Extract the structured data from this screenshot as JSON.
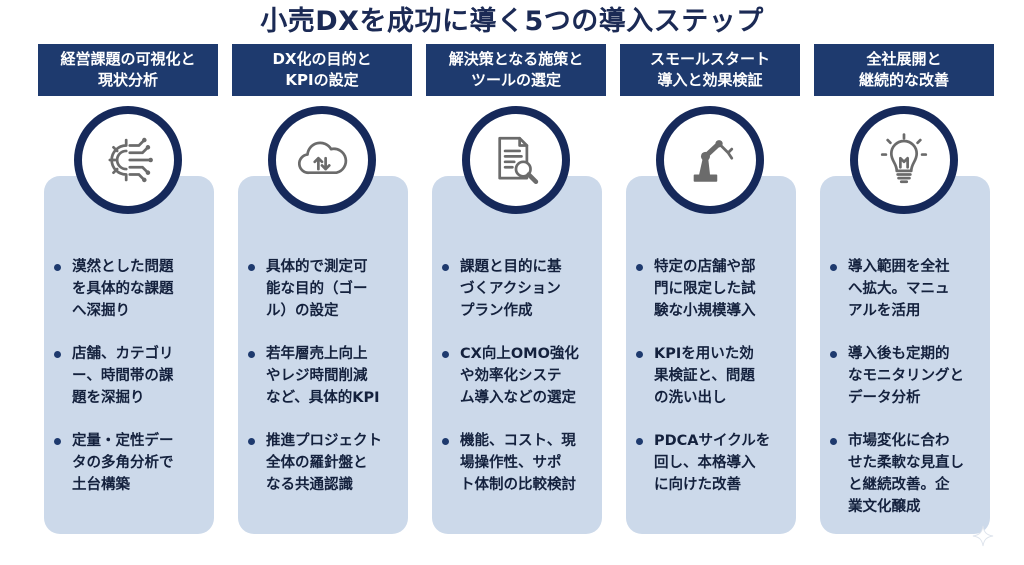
{
  "title": "小売DXを成功に導く5つの導入ステップ",
  "colors": {
    "header_bg": "#1e3a6e",
    "card_bg": "#ccd9ea",
    "circle_border": "#16295a",
    "icon": "#6b6b6b"
  },
  "steps": [
    {
      "header_lines": [
        "経営課題の可視化と",
        "現状分析"
      ],
      "icon": "gear-circuit-icon",
      "bullets": [
        [
          "漠然とした問題",
          "を具体的な課題",
          "へ深掘り"
        ],
        [
          "店舗、カテゴリ",
          "ー、時間帯の課",
          "題を深掘り"
        ],
        [
          "定量・定性デー",
          "タの多角分析で",
          "土台構築"
        ]
      ]
    },
    {
      "header_lines": [
        "DX化の目的と",
        "KPIの設定"
      ],
      "icon": "cloud-sync-icon",
      "bullets": [
        [
          "具体的で測定可",
          "能な目的（ゴー",
          "ル）の設定"
        ],
        [
          "若年層売上向上",
          "やレジ時間削減",
          "など、具体的KPI"
        ],
        [
          "推進プロジェクト",
          "全体の羅針盤と",
          "なる共通認識"
        ]
      ]
    },
    {
      "header_lines": [
        "解決策となる施策と",
        "ツールの選定"
      ],
      "icon": "document-search-icon",
      "bullets": [
        [
          "課題と目的に基",
          "づくアクション",
          "プラン作成"
        ],
        [
          "CX向上OMO強化",
          "や効率化システ",
          "ム導入などの選定"
        ],
        [
          "機能、コスト、現",
          "場操作性、サポ",
          "ト体制の比較検討"
        ]
      ]
    },
    {
      "header_lines": [
        "スモールスタート",
        "導入と効果検証"
      ],
      "icon": "robot-arm-icon",
      "bullets": [
        [
          "特定の店舗や部",
          "門に限定した試",
          "験な小規模導入"
        ],
        [
          "KPIを用いた効",
          "果検証と、問題",
          "の洗い出し"
        ],
        [
          "PDCAサイクルを",
          "回し、本格導入",
          "に向けた改善"
        ]
      ]
    },
    {
      "header_lines": [
        "全社展開と",
        "継続的な改善"
      ],
      "icon": "lightbulb-icon",
      "bullets": [
        [
          "導入範囲を全社",
          "へ拡大。マニュ",
          "アルを活用"
        ],
        [
          "導入後も定期的",
          "なモニタリングと",
          "データ分析"
        ],
        [
          "市場変化に合わ",
          "せた柔軟な見直し",
          "と継続改善。企",
          "業文化醸成"
        ]
      ]
    }
  ]
}
